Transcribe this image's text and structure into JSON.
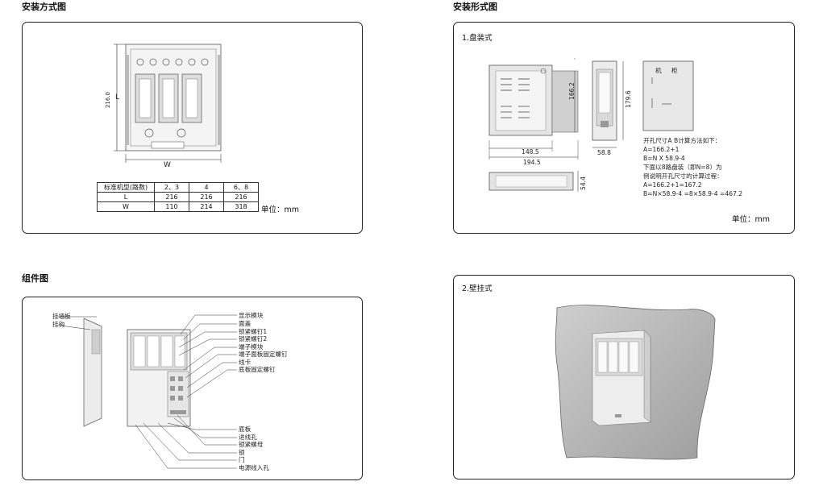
{
  "headings": {
    "install_method": "安装方式图",
    "install_form": "安装形式图",
    "components": "组件图"
  },
  "install_method": {
    "dim_l_label": "L",
    "dim_w_label": "W",
    "table": {
      "header": [
        "标准机型(路数)",
        "2、3",
        "4",
        "6、8"
      ],
      "rows": [
        [
          "L",
          "216",
          "216",
          "216"
        ],
        [
          "W",
          "110",
          "214",
          "318"
        ]
      ]
    },
    "unit": "单位：mm"
  },
  "install_form": {
    "panel_mount": {
      "title": "1.盘装式",
      "dims": {
        "inner_width": "148.5",
        "outer_width": "194.5",
        "height_inner": "166.2",
        "height_outer": "179.6",
        "side_width": "58.8",
        "bottom_depth": "54.4"
      },
      "cutout_labels": [
        "机",
        "柜"
      ],
      "calc_lines": [
        "开孔尺寸A B计算方法如下：",
        "A=166.2+1",
        "B=N X 58.9-4",
        "下面以8路盘装（即N=8）为",
        "例说明开孔尺寸的计算过程：",
        "A=166.2+1=167.2",
        "B=N×58.9-4  =8×58.9-4  =467.2"
      ],
      "unit": "单位：mm"
    },
    "wall_mount": {
      "title": "2.壁挂式"
    }
  },
  "components": {
    "left_labels": [
      "挂墙板",
      "挂钩"
    ],
    "top_labels": [
      "显示模块",
      "面盖",
      "锁紧螺钉1",
      "锁紧螺钉2",
      "端子模块",
      "端子面板固定螺钉",
      "线卡",
      "底板固定螺钉"
    ],
    "bottom_labels": [
      "底板",
      "进线孔",
      "锁紧螺母",
      "锁",
      "门",
      "电源线入孔"
    ]
  }
}
